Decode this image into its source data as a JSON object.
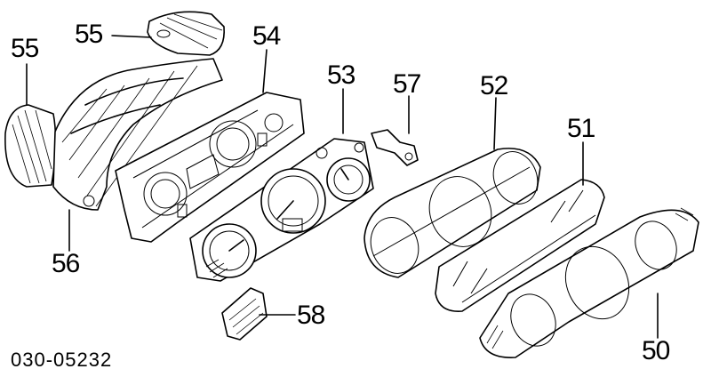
{
  "diagram": {
    "drawing_code": "030-05232",
    "callouts": [
      {
        "id": "c55a",
        "text": "55"
      },
      {
        "id": "c55b",
        "text": "55"
      },
      {
        "id": "c54",
        "text": "54"
      },
      {
        "id": "c53",
        "text": "53"
      },
      {
        "id": "c57",
        "text": "57"
      },
      {
        "id": "c52",
        "text": "52"
      },
      {
        "id": "c51",
        "text": "51"
      },
      {
        "id": "c56",
        "text": "56"
      },
      {
        "id": "c58",
        "text": "58"
      },
      {
        "id": "c50",
        "text": "50"
      }
    ]
  }
}
